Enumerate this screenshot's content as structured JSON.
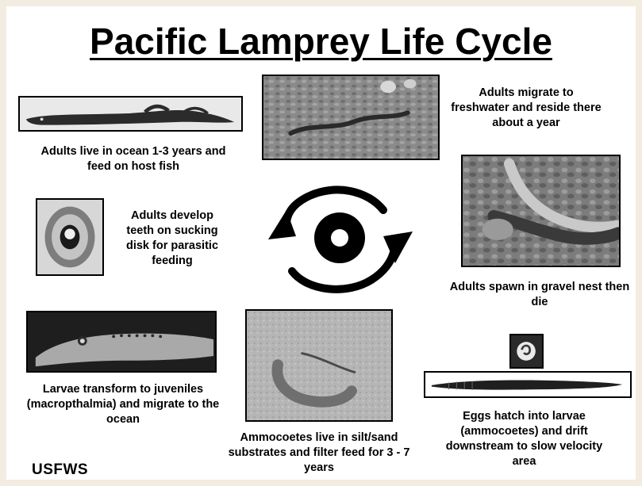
{
  "title": "Pacific Lamprey Life Cycle",
  "credit": "USFWS",
  "stages": {
    "ocean_adult": "Adults live in ocean 1-3 years and feed on host fish",
    "migrate": "Adults migrate to freshwater and reside there about a year",
    "spawn": "Adults spawn in gravel nest then die",
    "eggs_hatch": "Eggs hatch into larvae (ammocoetes) and drift downstream to slow velocity area",
    "ammocoetes": "Ammocoetes live in silt/sand substrates and filter feed for 3 - 7 years",
    "transform": "Larvae transform to juveniles (macropthalmia) and migrate to the ocean",
    "teeth": "Adults develop teeth on sucking disk for parasitic feeding"
  }
}
